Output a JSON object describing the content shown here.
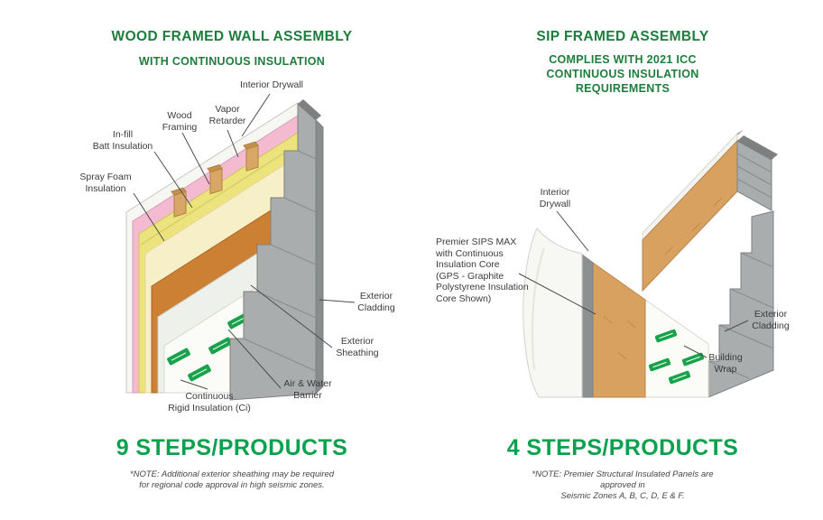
{
  "colors": {
    "title_green": "#1e7d3c",
    "steps_green": "#0aa14e",
    "text_dark": "#3b3b3b",
    "note_color": "#474747",
    "logo_green": "#17a24b",
    "leader_line": "#4d4d4d"
  },
  "left": {
    "title": "WOOD FRAMED WALL ASSEMBLY",
    "subtitle": "WITH CONTINUOUS INSULATION",
    "callouts": {
      "interior_drywall": "Interior Drywall",
      "vapor_retarder": "Vapor\nRetarder",
      "wood_framing": "Wood\nFraming",
      "infill_batt": "In-fill\nBatt Insulation",
      "spray_foam": "Spray Foam\nInsulation",
      "exterior_cladding": "Exterior\nCladding",
      "exterior_sheathing": "Exterior\nSheathing",
      "air_water_barrier": "Air & Water\nBarrier",
      "rigid_insulation": "Continuous\nRigid Insulation (Ci)"
    },
    "steps": "9 STEPS/PRODUCTS",
    "note": "*NOTE: Additional exterior sheathing may be required\nfor regional code approval in high seismic zones."
  },
  "right": {
    "title": "SIP FRAMED ASSEMBLY",
    "subtitle": "COMPLIES WITH 2021 ICC\nCONTINUOUS INSULATION REQUIREMENTS",
    "callouts": {
      "interior_drywall": "Interior\nDrywall",
      "premier_sips": "Premier SIPS MAX\nwith Continuous\nInsulation Core\n(GPS - Graphite\nPolystyrene Insulation\nCore Shown)",
      "exterior_cladding": "Exterior\nCladding",
      "building_wrap": "Building\nWrap"
    },
    "steps": "4 STEPS/PRODUCTS",
    "note": "*NOTE: Premier Structural Insulated Panels are approved in\nSeismic Zones A, B, C, D, E & F."
  }
}
